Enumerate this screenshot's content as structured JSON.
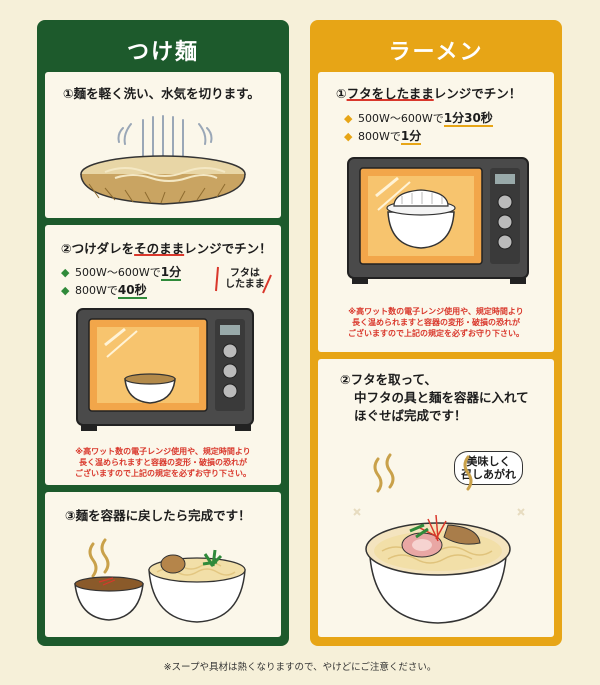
{
  "left": {
    "title": "つけ麺",
    "step1": {
      "num": "①",
      "text": "麺を軽く洗い、水気を切ります。"
    },
    "step2": {
      "num": "②",
      "text_pre": "つけダレを",
      "text_mark": "そのまま",
      "text_post": "レンジでチン！",
      "spec1_pre": "500W～600Wで",
      "spec1_val": "1分",
      "spec2_pre": "800Wで",
      "spec2_val": "40秒",
      "note_line1": "フタは",
      "note_line2": "したまま"
    },
    "warning_line1": "※高ワット数の電子レンジ使用や、規定時間より",
    "warning_line2": "長く温められますと容器の変形・破損の恐れが",
    "warning_line3": "ございますので上記の規定を必ずお守り下さい。",
    "step3": {
      "num": "③",
      "text_pre": "麺を容器に戻したら",
      "text_bold": "完成",
      "text_post": "です！"
    }
  },
  "right": {
    "title": "ラーメン",
    "step1": {
      "num": "①",
      "text_mark": "フタをしたまま",
      "text_post": "レンジでチン！",
      "spec1_pre": "500W～600Wで",
      "spec1_val": "1分30秒",
      "spec2_pre": "800Wで",
      "spec2_val": "1分"
    },
    "warning_line1": "※高ワット数の電子レンジ使用や、規定時間より",
    "warning_line2": "長く温められますと容器の変形・破損の恐れが",
    "warning_line3": "ございますので上記の規定を必ずお守り下さい。",
    "step2": {
      "line1": "②フタを取って、",
      "line2": "中フタの具と麺を容器に入れて",
      "line3_pre": "ほぐせば",
      "line3_bold": "完成",
      "line3_post": "です！"
    },
    "bubble_line1": "美味しく",
    "bubble_line2": "召しあがれ"
  },
  "footer": "※スープや具材は熱くなりますので、やけどにご注意ください。",
  "colors": {
    "green": "#1d5a2c",
    "gold": "#e7a516",
    "red": "#d9372b",
    "cream": "#fbf7ea"
  }
}
